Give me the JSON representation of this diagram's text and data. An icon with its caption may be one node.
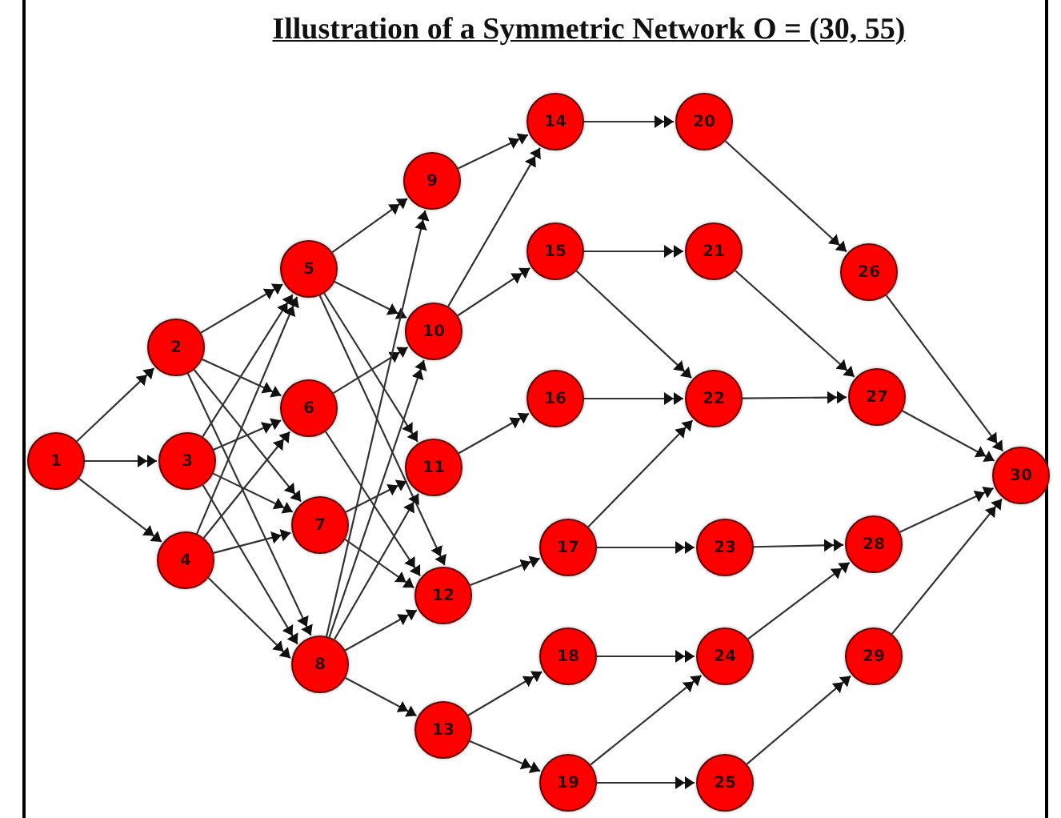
{
  "diagram": {
    "title": "Illustration of a Symmetric Network O = (30, 55)",
    "nodes": [
      {
        "text": [
          "1"
        ]
      },
      {
        "text": [
          "2"
        ]
      },
      {
        "text": [
          "3"
        ]
      },
      {
        "text": [
          "4"
        ]
      },
      {
        "text": [
          "5"
        ]
      },
      {
        "text": [
          "6"
        ]
      },
      {
        "text": [
          "7"
        ]
      },
      {
        "text": [
          "8"
        ]
      },
      {
        "text": [
          "9"
        ]
      },
      {
        "text": [
          "10"
        ]
      },
      {
        "text": [
          "11"
        ]
      },
      {
        "text": [
          "12"
        ]
      },
      {
        "text": [
          "13"
        ]
      },
      {
        "text": [
          "14"
        ]
      },
      {
        "text": [
          "15"
        ]
      },
      {
        "text": [
          "16"
        ]
      },
      {
        "text": [
          "17"
        ]
      },
      {
        "text": [
          "18"
        ]
      },
      {
        "text": [
          "19"
        ]
      },
      {
        "text": [
          "20"
        ]
      },
      {
        "text": [
          "21"
        ]
      },
      {
        "text": [
          "22"
        ]
      },
      {
        "text": [
          "23"
        ]
      },
      {
        "text": [
          "24"
        ]
      },
      {
        "text": [
          "25"
        ]
      },
      {
        "text": [
          "26"
        ]
      },
      {
        "text": [
          "27"
        ]
      },
      {
        "text": [
          "28"
        ]
      },
      {
        "text": [
          "29"
        ]
      },
      {
        "text": [
          "30"
        ]
      }
    ],
    "edges": [
      {
        "from": 0,
        "to": 1,
        "arrow": "to"
      },
      {
        "from": 0,
        "to": 2,
        "arrow": "to"
      },
      {
        "from": 0,
        "to": 3,
        "arrow": "to"
      },
      {
        "from": 1,
        "to": 4,
        "arrow": "to"
      },
      {
        "from": 1,
        "to": 5,
        "arrow": "to"
      },
      {
        "from": 1,
        "to": 6,
        "arrow": "to"
      },
      {
        "from": 1,
        "to": 7,
        "arrow": "to"
      },
      {
        "from": 2,
        "to": 4,
        "arrow": "to"
      },
      {
        "from": 2,
        "to": 5,
        "arrow": "to"
      },
      {
        "from": 2,
        "to": 6,
        "arrow": "to"
      },
      {
        "from": 2,
        "to": 7,
        "arrow": "to"
      },
      {
        "from": 3,
        "to": 4,
        "arrow": "to"
      },
      {
        "from": 3,
        "to": 5,
        "arrow": "to"
      },
      {
        "from": 3,
        "to": 6,
        "arrow": "to"
      },
      {
        "from": 3,
        "to": 7,
        "arrow": "to"
      },
      {
        "from": 4,
        "to": 8,
        "arrow": "to"
      },
      {
        "from": 4,
        "to": 9,
        "arrow": "to"
      },
      {
        "from": 4,
        "to": 10,
        "arrow": "to"
      },
      {
        "from": 4,
        "to": 11,
        "arrow": "to"
      },
      {
        "from": 5,
        "to": 9,
        "arrow": "to"
      },
      {
        "from": 5,
        "to": 11,
        "arrow": "to"
      },
      {
        "from": 6,
        "to": 10,
        "arrow": "to"
      },
      {
        "from": 6,
        "to": 11,
        "arrow": "to"
      },
      {
        "from": 7,
        "to": 8,
        "arrow": "to"
      },
      {
        "from": 7,
        "to": 9,
        "arrow": "to"
      },
      {
        "from": 7,
        "to": 10,
        "arrow": "to"
      },
      {
        "from": 7,
        "to": 11,
        "arrow": "to"
      },
      {
        "from": 7,
        "to": 12,
        "arrow": "to"
      },
      {
        "from": 8,
        "to": 13,
        "arrow": "to"
      },
      {
        "from": 9,
        "to": 13,
        "arrow": "to"
      },
      {
        "from": 9,
        "to": 14,
        "arrow": "to"
      },
      {
        "from": 10,
        "to": 15,
        "arrow": "to"
      },
      {
        "from": 11,
        "to": 16,
        "arrow": "to"
      },
      {
        "from": 12,
        "to": 17,
        "arrow": "to"
      },
      {
        "from": 12,
        "to": 18,
        "arrow": "to"
      },
      {
        "from": 13,
        "to": 19,
        "arrow": "to"
      },
      {
        "from": 14,
        "to": 20,
        "arrow": "to"
      },
      {
        "from": 14,
        "to": 21,
        "arrow": "to"
      },
      {
        "from": 15,
        "to": 21,
        "arrow": "to"
      },
      {
        "from": 16,
        "to": 21,
        "arrow": "to"
      },
      {
        "from": 16,
        "to": 22,
        "arrow": "to"
      },
      {
        "from": 17,
        "to": 23,
        "arrow": "to"
      },
      {
        "from": 18,
        "to": 23,
        "arrow": "to"
      },
      {
        "from": 18,
        "to": 24,
        "arrow": "to"
      },
      {
        "from": 19,
        "to": 25,
        "arrow": "to"
      },
      {
        "from": 20,
        "to": 26,
        "arrow": "to"
      },
      {
        "from": 21,
        "to": 26,
        "arrow": "to"
      },
      {
        "from": 22,
        "to": 27,
        "arrow": "to"
      },
      {
        "from": 23,
        "to": 27,
        "arrow": "to"
      },
      {
        "from": 24,
        "to": 28,
        "arrow": "to"
      },
      {
        "from": 25,
        "to": 29,
        "arrow": "to"
      },
      {
        "from": 26,
        "to": 29,
        "arrow": "to"
      },
      {
        "from": 27,
        "to": 29,
        "arrow": "to"
      },
      {
        "from": 28,
        "to": 29,
        "arrow": "to"
      }
    ]
  }
}
